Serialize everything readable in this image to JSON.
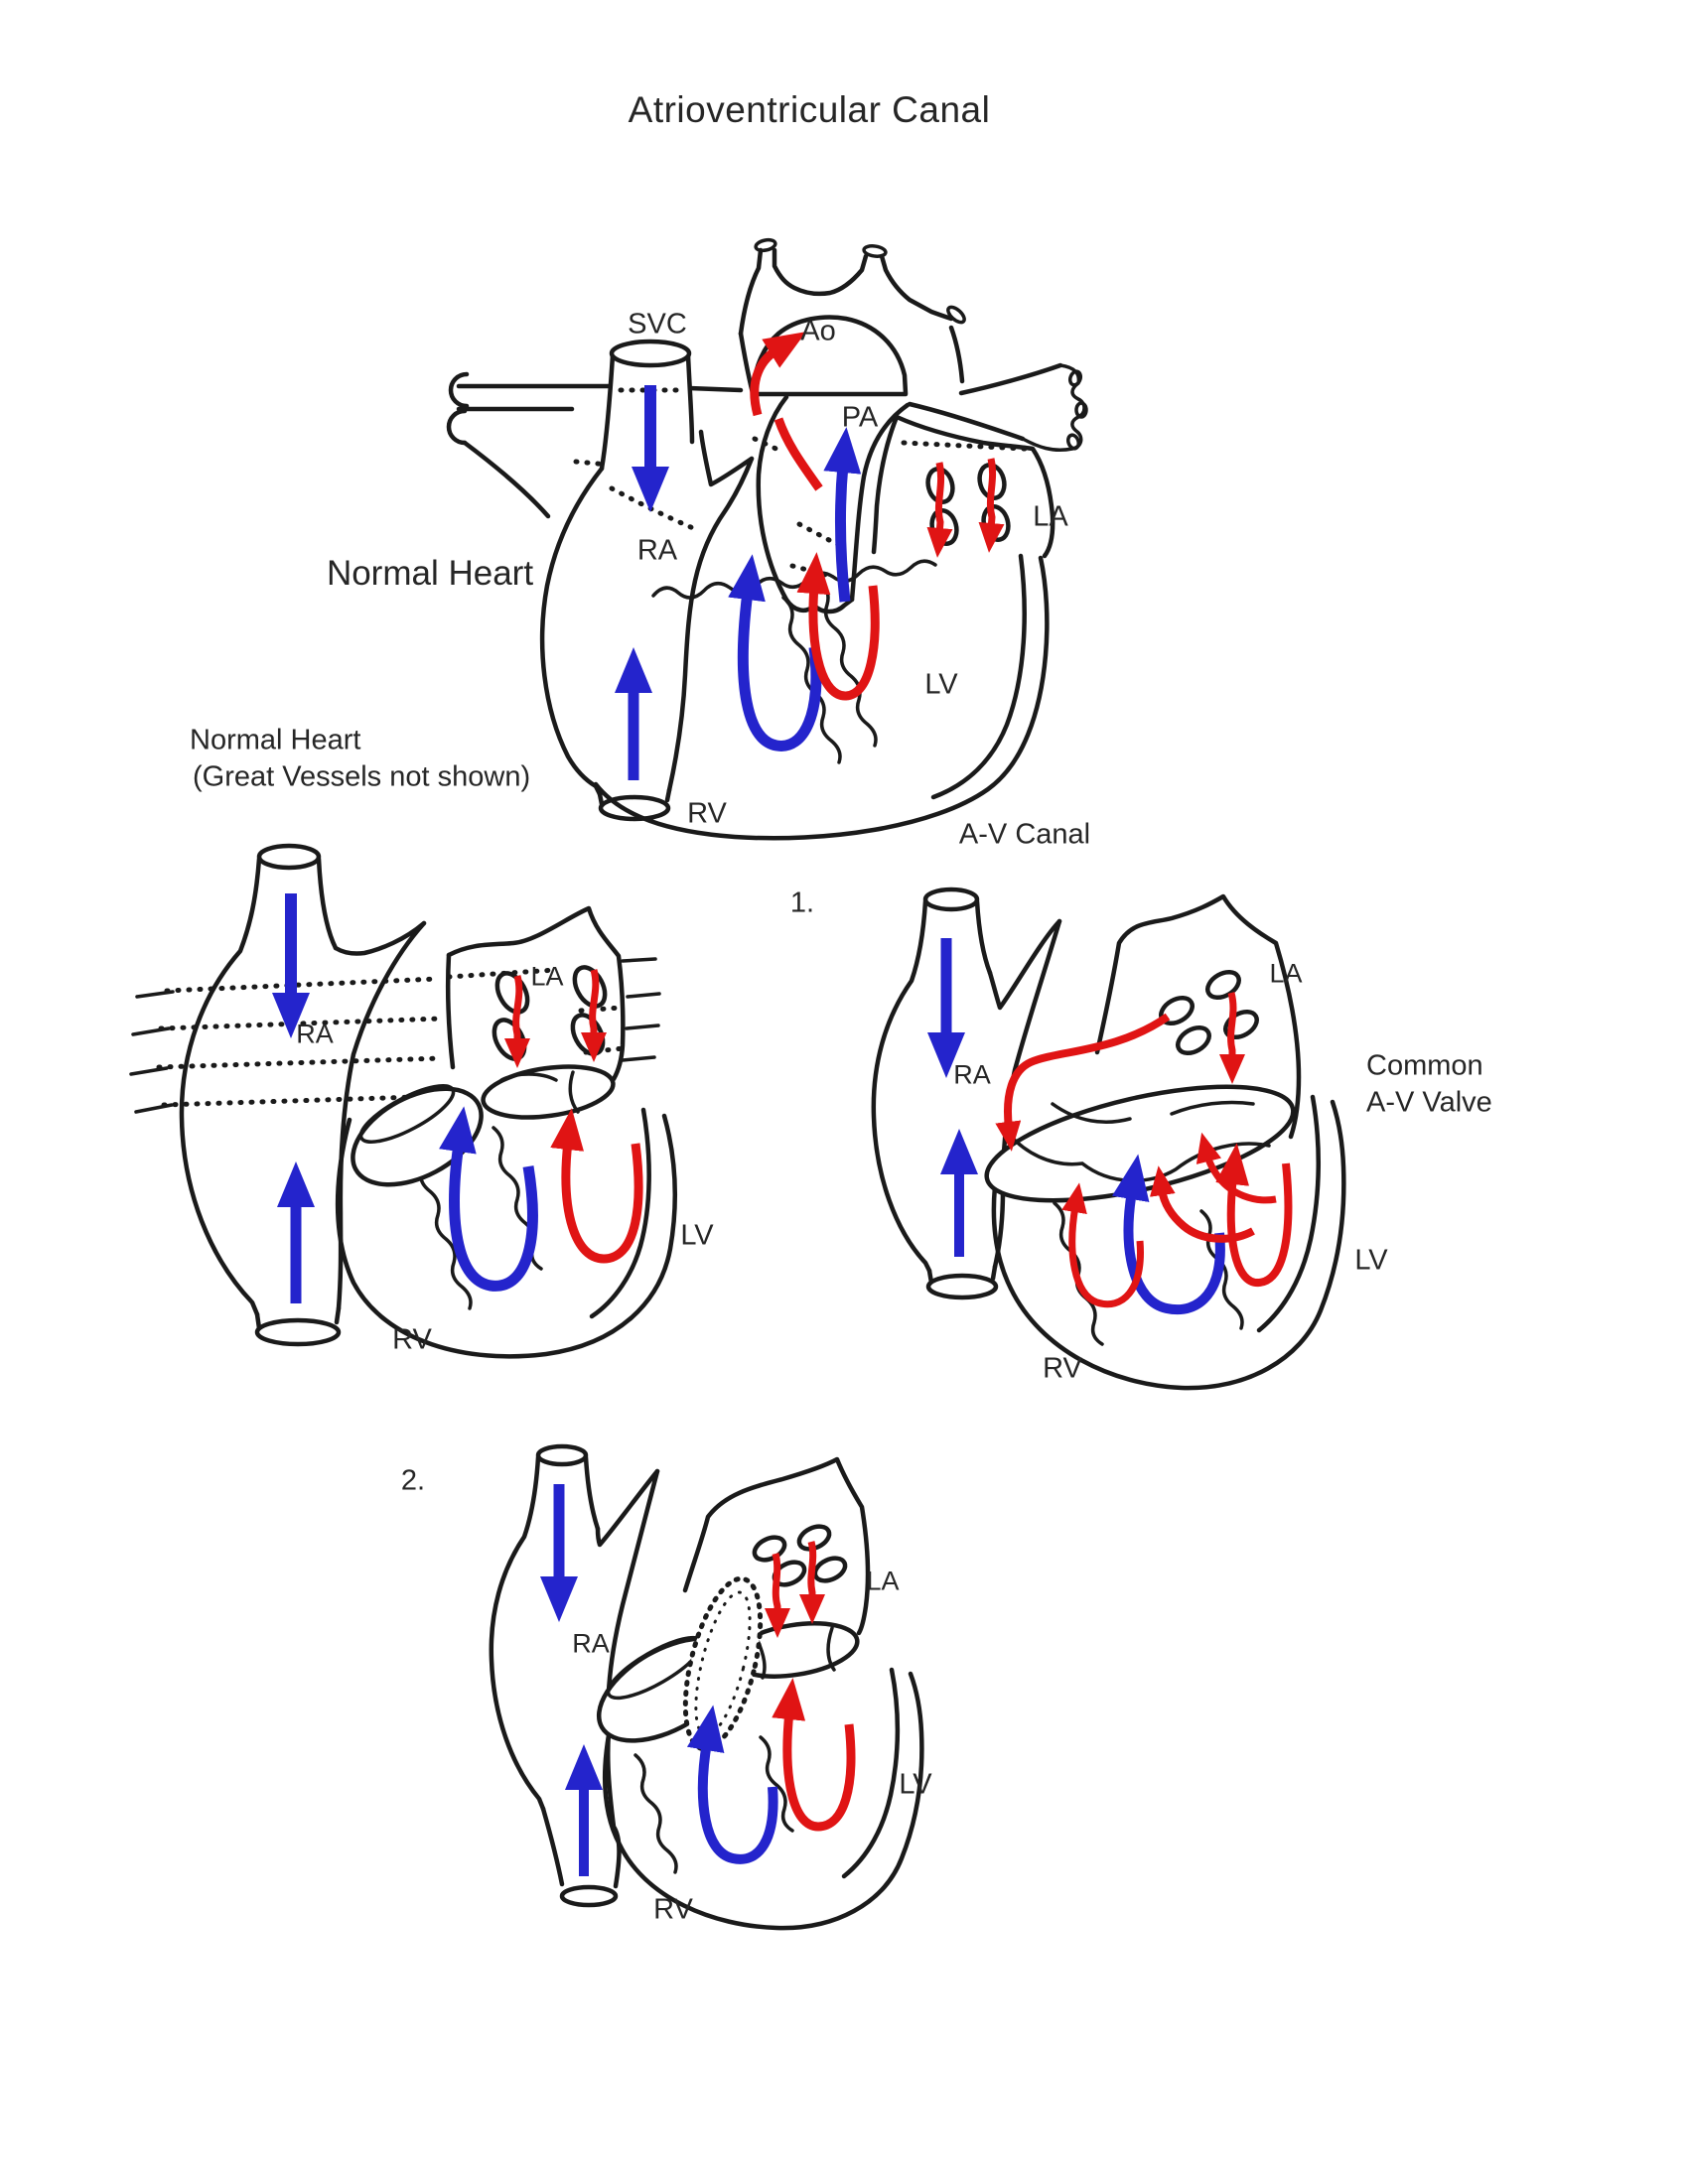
{
  "title": "Atrioventricular Canal",
  "colors": {
    "outline": "#1a1a1a",
    "venous_blue": "#2424cc",
    "arterial_red": "#e01414",
    "label_text": "#262626",
    "background": "#ffffff"
  },
  "figures": {
    "normal_full": {
      "name_label": "Normal Heart",
      "labels": {
        "svc": "SVC",
        "ao": "Ao",
        "pa": "PA",
        "ra": "RA",
        "la": "LA",
        "lv": "LV",
        "rv": "RV"
      }
    },
    "normal_simple": {
      "caption_line1": "Normal Heart",
      "caption_line2": "(Great Vessels not shown)",
      "labels": {
        "ra": "RA",
        "la": "LA",
        "lv": "LV",
        "rv": "RV"
      }
    },
    "av_canal": {
      "caption": "A-V Canal",
      "step_number": "1.",
      "valve_label_line1": "Common",
      "valve_label_line2": "A-V Valve",
      "labels": {
        "ra": "RA",
        "la": "LA",
        "lv": "LV",
        "rv": "RV"
      }
    },
    "repaired": {
      "step_number": "2.",
      "labels": {
        "ra": "RA",
        "la": "LA",
        "lv": "LV",
        "rv": "RV"
      }
    }
  }
}
